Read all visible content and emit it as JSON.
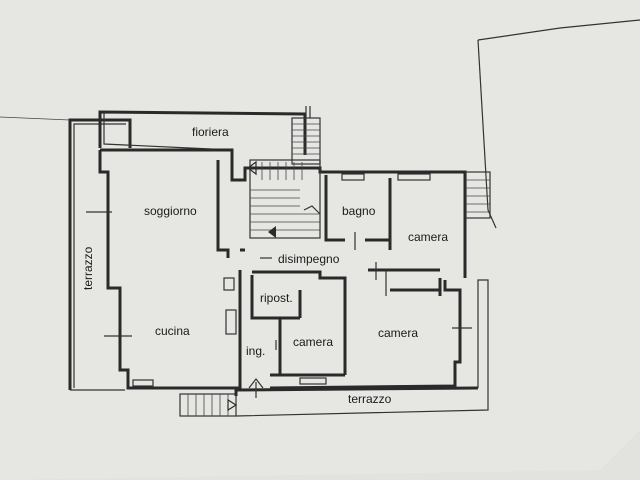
{
  "floor_plan": {
    "background": "#d9d9d6",
    "paper": "#e7e7e4",
    "ink": "#2a2a2a",
    "labels": {
      "fioriera": "fioriera",
      "soggiorno": "soggiorno",
      "bagno": "bagno",
      "camera_ne": "camera",
      "terrazzo_w": "terrazzo",
      "disimpegno": "disimpegno",
      "ripost": "ripost.",
      "cucina": "cucina",
      "camera_s": "camera",
      "camera_se": "camera",
      "ing": "ing.",
      "terrazzo_s": "terrazzo"
    }
  }
}
